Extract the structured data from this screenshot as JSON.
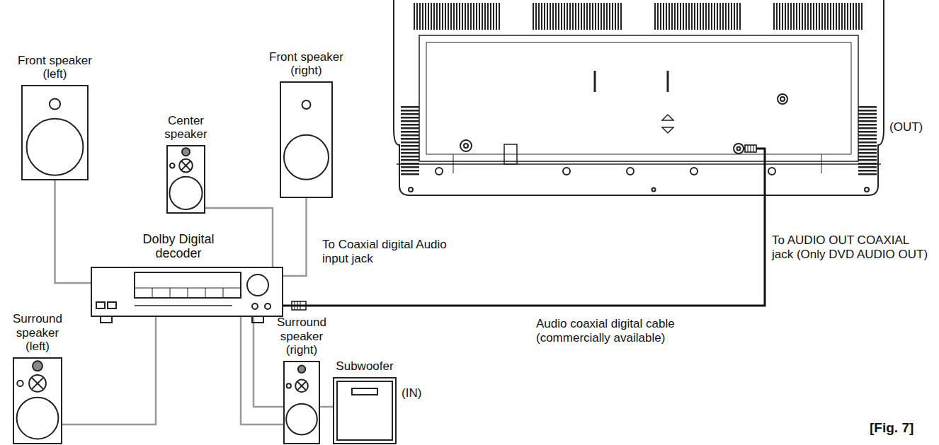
{
  "diagram": {
    "nodes": [
      {
        "text": [
          "Front speaker (left)"
        ]
      },
      {
        "text": [
          "Center speaker"
        ]
      },
      {
        "text": [
          "Front speaker (right)"
        ]
      },
      {
        "text": [
          "Dolby Digital decoder"
        ]
      },
      {
        "text": [
          "Surround speaker (left)"
        ]
      },
      {
        "text": [
          "Surround speaker (right)"
        ]
      },
      {
        "text": [
          "Subwoofer"
        ]
      },
      {
        "text": [
          "(OUT)"
        ]
      }
    ],
    "edges": [
      {
        "from": 0,
        "to": 3,
        "arrow": "none"
      },
      {
        "from": 1,
        "to": 3,
        "arrow": "none"
      },
      {
        "from": 2,
        "to": 3,
        "arrow": "none"
      },
      {
        "from": 4,
        "to": 3,
        "arrow": "none"
      },
      {
        "from": 5,
        "to": 3,
        "arrow": "none"
      },
      {
        "from": 6,
        "to": 3,
        "arrow": "none"
      },
      {
        "from": 7,
        "to": 3,
        "arrow": "none"
      }
    ],
    "labels": [
      "To Coaxial digital Audio input jack",
      "To AUDIO OUT COAXIAL jack (Only DVD AUDIO OUT)",
      "(IN)",
      "Audio coaxial digital cable (commercially available)",
      "[Fig. 7]"
    ]
  }
}
